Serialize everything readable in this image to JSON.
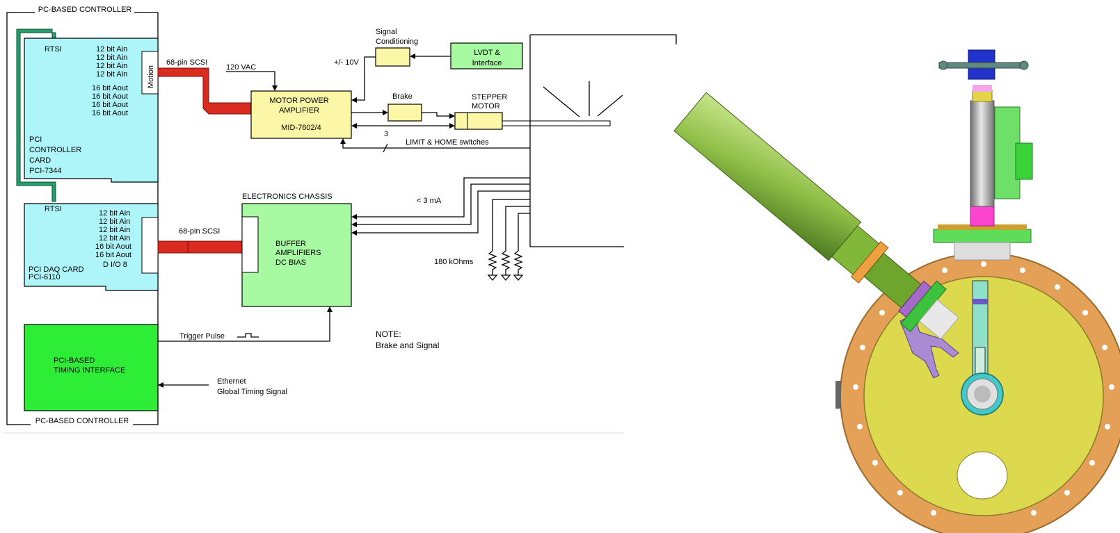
{
  "diagram": {
    "controller": {
      "top_label": "PC-BASED CONTROLLER",
      "bottom_label": "PC-BASED CONTROLLER"
    },
    "pci7344": {
      "rtsi": "RTSI",
      "ain": [
        "12 bit  Ain",
        "12 bit  Ain",
        "12 bit  Ain",
        "12 bit  Ain"
      ],
      "aout": [
        "16 bit  Aout",
        "16 bit  Aout",
        "16 bit  Aout",
        "16 bit  Aout"
      ],
      "motion": "Motion",
      "name": [
        "PCI",
        "CONTROLLER",
        "CARD",
        "PCI-7344"
      ]
    },
    "pci6110": {
      "rtsi": "RTSI",
      "lines": [
        "12 bit  Ain",
        "12 bit  Ain",
        "12 bit  Ain",
        "12 bit  Ain",
        "16 bit  Aout",
        "16 bit  Aout",
        "D I/O 8"
      ],
      "name": [
        "PCI DAQ CARD",
        "PCI-6110"
      ]
    },
    "timing": {
      "name": [
        "PCI-BASED",
        "TIMING INTERFACE"
      ],
      "trigger": "Trigger  Pulse",
      "ethernet": [
        "Ethernet",
        "Global Timing Signal"
      ]
    },
    "scsi_top": "68-pin SCSI",
    "scsi_bottom": "68-pin SCSI",
    "vac": "120  VAC",
    "amplifier": [
      "MOTOR POWER",
      "AMPLIFIER",
      "MID-7602/4"
    ],
    "signal_conditioning": [
      "Signal",
      "Conditioning"
    ],
    "voltage": "+/- 10V",
    "lvdt": [
      "LVDT &",
      "Interface"
    ],
    "brake": "Brake",
    "stepper": [
      "STEPPER",
      "MOTOR"
    ],
    "switch_count": "3",
    "limit": "LIMIT & HOME switches",
    "chassis_title": "ELECTRONICS CHASSIS",
    "buffer": [
      "BUFFER",
      "AMPLIFIERS",
      "DC BIAS"
    ],
    "current": "< 3 mA",
    "resistance": "180 kOhms",
    "note": [
      "NOTE:",
      "Brake and Signal"
    ]
  },
  "colors": {
    "cyan_card": "#aef5fa",
    "green_card": "#2ded36",
    "light_green": "#a7f9a2",
    "yellow_box": "#fbf7a6",
    "scsi_red": "#d92b1f",
    "rtsi_green": "#239e6c",
    "chamber_orange": "#e3a056",
    "chamber_yellow": "#dcd94f",
    "tube_green": "#8ec24a"
  }
}
